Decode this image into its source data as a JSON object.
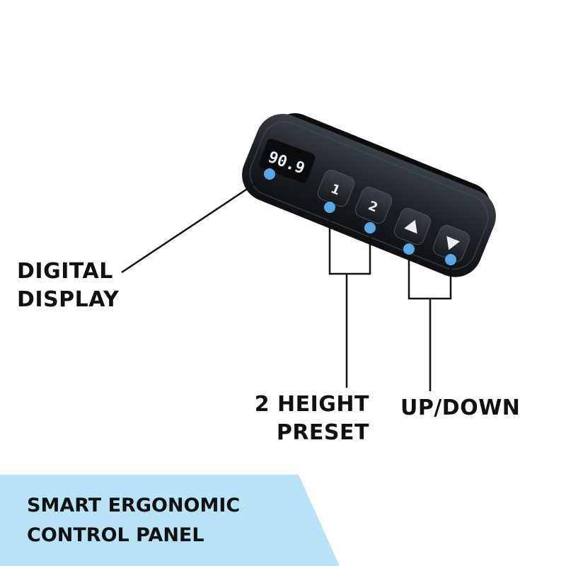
{
  "panel": {
    "display_value": "90.9",
    "preset_1": "1",
    "preset_2": "2",
    "up_icon": "triangle-up",
    "down_icon": "triangle-down"
  },
  "callouts": {
    "display": [
      "DIGITAL",
      "DISPLAY"
    ],
    "presets": [
      "2 HEIGHT",
      "PRESET"
    ],
    "updown": [
      "UP/DOWN"
    ]
  },
  "banner": {
    "lines": [
      "SMART ERGONOMIC",
      "CONTROL PANEL"
    ]
  },
  "colors": {
    "banner_bg": "#b8e3f6",
    "marker": "#5aa7e6",
    "panel_body": "#1c2026",
    "display_digits": "#eaf4ff"
  }
}
